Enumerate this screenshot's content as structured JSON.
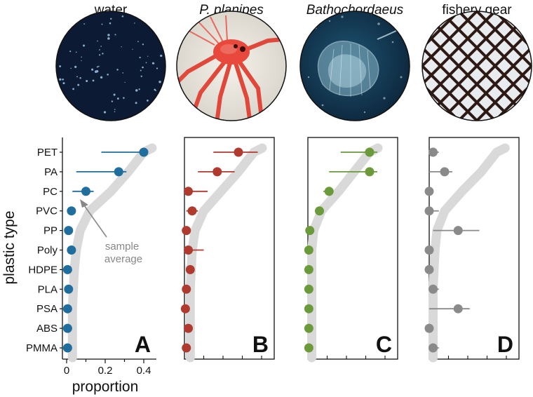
{
  "chart_data": {
    "type": "scatter",
    "ylabel": "plastic type",
    "xlabel": "proportion",
    "x_ticks": [
      "0",
      "0.2",
      "0.4"
    ],
    "xlim": [
      0,
      0.45
    ],
    "categories": [
      "PET",
      "PA",
      "PC",
      "PVC",
      "PP",
      "Poly",
      "HDPE",
      "PLA",
      "PSA",
      "ABS",
      "PMMA"
    ],
    "annotation": {
      "line1": "sample",
      "line2": "average",
      "arrow_to": "PC"
    },
    "panels": [
      {
        "letter": "A",
        "title": "water",
        "title_italic": false,
        "color": "#1f6e9e",
        "photo": "dark-water-particles",
        "values": [
          0.4,
          0.27,
          0.1,
          0.025,
          0.01,
          0.025,
          0.005,
          0.01,
          0.005,
          0.005,
          0.005
        ],
        "err_low": [
          0.18,
          0.05,
          0.03,
          0.01,
          0,
          0.01,
          0,
          0,
          0,
          0,
          0
        ],
        "err_high": [
          0.4,
          0.31,
          0.14,
          0.03,
          0.015,
          0.03,
          0.01,
          0.015,
          0.01,
          0.01,
          0.01
        ],
        "average": [
          0.4,
          0.32,
          0.23,
          0.12,
          0.07,
          0.05,
          0.04,
          0.035,
          0.03,
          0.03,
          0.03
        ]
      },
      {
        "letter": "B",
        "title": "P. planipes",
        "title_italic": true,
        "color": "#b03a2e",
        "photo": "red-crab",
        "values": [
          0.28,
          0.17,
          0.02,
          0.04,
          0.01,
          0.02,
          0.03,
          0.01,
          0.005,
          0.02,
          0.01
        ],
        "err_low": [
          0.15,
          0.07,
          0.01,
          0.01,
          0.005,
          0.01,
          0.015,
          0.005,
          0.0,
          0.01,
          0.005
        ],
        "err_high": [
          0.38,
          0.26,
          0.12,
          0.07,
          0.02,
          0.1,
          0.04,
          0.02,
          0.02,
          0.03,
          0.02
        ],
        "average": [
          0.36,
          0.28,
          0.19,
          0.1,
          0.055,
          0.04,
          0.035,
          0.03,
          0.03,
          0.03,
          0.03
        ]
      },
      {
        "letter": "C",
        "title": "Bathochordaeus",
        "title_italic": true,
        "color": "#6a9a3a",
        "photo": "larvacean-house",
        "values": [
          0.32,
          0.32,
          0.11,
          0.06,
          0.01,
          0.005,
          0.005,
          0.005,
          0.005,
          0.005,
          0.005
        ],
        "err_low": [
          0.17,
          0.11,
          0.08,
          0.04,
          0.005,
          0,
          0,
          0,
          0,
          0,
          0
        ],
        "err_high": [
          0.36,
          0.36,
          0.12,
          0.07,
          0.015,
          0.01,
          0.01,
          0.01,
          0.01,
          0.01,
          0.01
        ],
        "average": [
          0.32,
          0.24,
          0.16,
          0.07,
          0.03,
          0.02,
          0.02,
          0.02,
          0.02,
          0.02,
          0.02
        ]
      },
      {
        "letter": "D",
        "title": "fishery gear",
        "title_italic": false,
        "color": "#8a8a8a",
        "photo": "fishing-net",
        "values": [
          0.02,
          0.08,
          0.0,
          0.0,
          0.15,
          0.0,
          0.0,
          0.02,
          0.15,
          0.0,
          0.02
        ],
        "err_low": [
          0.0,
          0.0,
          0.0,
          0.0,
          0.02,
          0.0,
          0.0,
          0.0,
          0.0,
          0.0,
          0.0
        ],
        "err_high": [
          0.05,
          0.12,
          0.0,
          0.05,
          0.26,
          0.0,
          0.0,
          0.05,
          0.21,
          0.0,
          0.05
        ],
        "average": [
          0.35,
          0.27,
          0.17,
          0.08,
          0.04,
          0.03,
          0.025,
          0.02,
          0.02,
          0.02,
          0.02
        ]
      }
    ]
  }
}
